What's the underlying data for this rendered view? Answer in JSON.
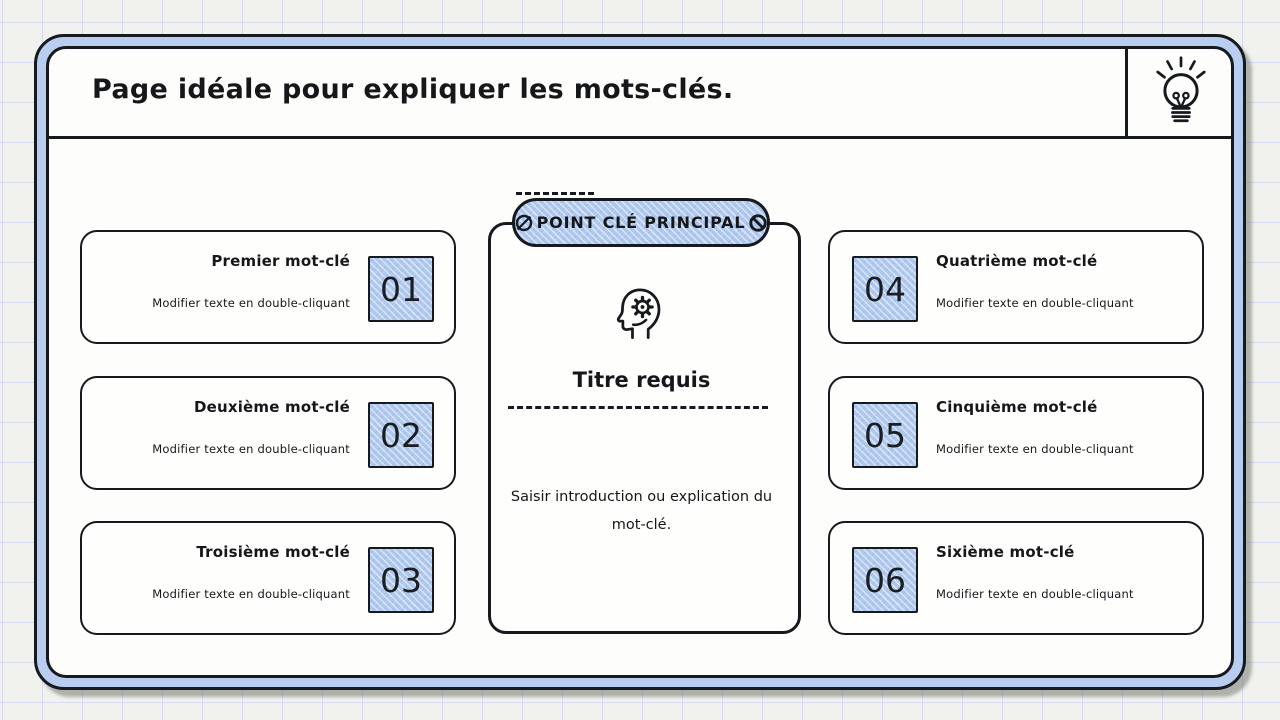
{
  "header": {
    "title": "Page idéale pour expliquer les mots-clés.",
    "corner_icon": "lightbulb-icon"
  },
  "center": {
    "badge": "POINT CLÉ PRINCIPAL",
    "badge_icons": [
      "no-sign-outline-icon",
      "no-sign-bold-icon"
    ],
    "icon": "head-gear-icon",
    "title": "Titre requis",
    "description": "Saisir introduction ou explication du mot-clé."
  },
  "keywords_left": [
    {
      "number": "01",
      "title": "Premier mot-clé",
      "subtitle": "Modifier texte en double-cliquant"
    },
    {
      "number": "02",
      "title": "Deuxième mot-clé",
      "subtitle": "Modifier texte en double-cliquant"
    },
    {
      "number": "03",
      "title": "Troisième mot-clé",
      "subtitle": "Modifier texte en double-cliquant"
    }
  ],
  "keywords_right": [
    {
      "number": "04",
      "title": "Quatrième mot-clé",
      "subtitle": "Modifier texte en double-cliquant"
    },
    {
      "number": "05",
      "title": "Cinquième mot-clé",
      "subtitle": "Modifier texte en double-cliquant"
    },
    {
      "number": "06",
      "title": "Sixième mot-clé",
      "subtitle": "Modifier texte en double-cliquant"
    }
  ],
  "colors": {
    "frame_accent": "#b9cdf1",
    "box_fill": "#aec8ee",
    "ink": "#16191e",
    "page_background": "#f1f2ee",
    "grid_line": "#d6daf1",
    "card_background": "#fefefc"
  }
}
